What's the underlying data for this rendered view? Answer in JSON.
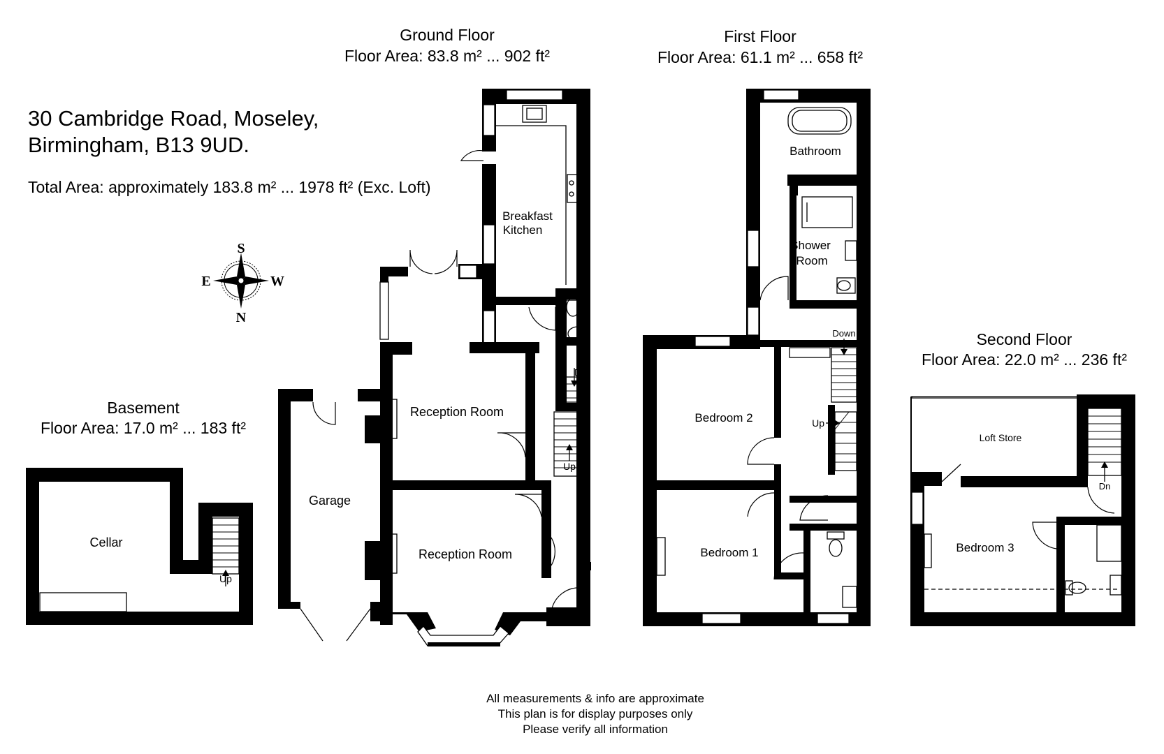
{
  "address": {
    "line1": "30 Cambridge Road, Moseley,",
    "line2": "Birmingham, B13 9UD.",
    "total_area": "Total Area: approximately 183.8 m² ... 1978 ft² (Exc. Loft)"
  },
  "compass": {
    "north": "N",
    "south": "S",
    "east": "E",
    "west": "W"
  },
  "floors": {
    "ground": {
      "title": "Ground Floor",
      "area": "Floor Area: 83.8 m² ... 902 ft²"
    },
    "first": {
      "title": "First Floor",
      "area": "Floor Area: 61.1 m² ... 658 ft²"
    },
    "second": {
      "title": "Second Floor",
      "area": "Floor Area: 22.0 m² ... 236 ft²"
    },
    "basement": {
      "title": "Basement",
      "area": "Floor Area: 17.0 m² ... 183 ft²"
    }
  },
  "rooms": {
    "cellar": "Cellar",
    "garage": "Garage",
    "reception_rear": "Reception Room",
    "reception_front": "Reception Room",
    "kitchen_line1": "Breakfast",
    "kitchen_line2": "Kitchen",
    "bathroom": "Bathroom",
    "shower_line1": "Shower",
    "shower_line2": "Room",
    "bedroom2": "Bedroom 2",
    "bedroom1": "Bedroom 1",
    "loft_store": "Loft Store",
    "bedroom3": "Bedroom 3"
  },
  "stairs": {
    "basement_up": "Up",
    "ground_up": "Up",
    "ground_dn": "Dn",
    "first_down": "Down",
    "first_up": "Up",
    "second_dn": "Dn"
  },
  "disclaimer": [
    "All measurements & info are approximate",
    "This plan is for display purposes only",
    "Please verify all information"
  ]
}
